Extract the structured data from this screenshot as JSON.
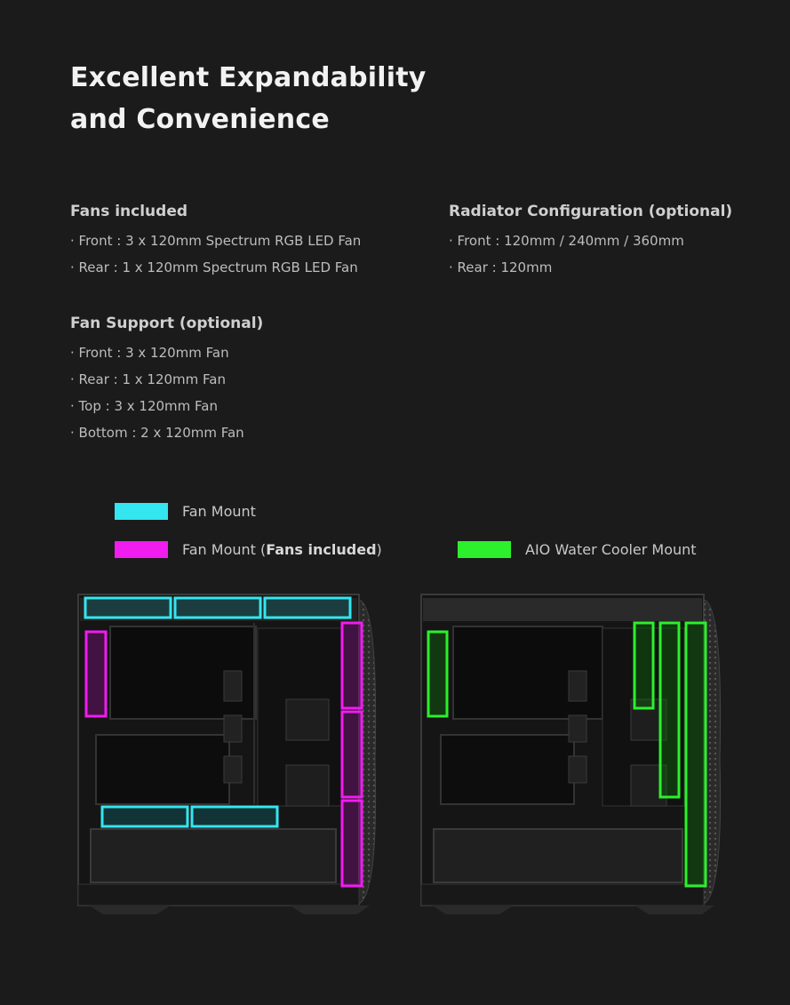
{
  "title": {
    "line1": "Excellent Expandability",
    "line2": "and Convenience"
  },
  "fans_included": {
    "heading": "Fans included",
    "items": [
      "Front : 3 x 120mm Spectrum RGB LED Fan",
      "Rear : 1 x 120mm Spectrum RGB LED Fan"
    ]
  },
  "radiator": {
    "heading": "Radiator Configuration (optional)",
    "items": [
      "Front : 120mm / 240mm / 360mm",
      "Rear : 120mm"
    ]
  },
  "fan_support": {
    "heading": "Fan Support (optional)",
    "items": [
      "Front : 3 x 120mm Fan",
      "Rear : 1 x 120mm Fan",
      "Top : 3 x 120mm Fan",
      "Bottom : 2 x 120mm Fan"
    ]
  },
  "legend": {
    "fan_mount": "Fan Mount",
    "fan_mount_included_prefix": "Fan Mount (",
    "fan_mount_included_bold": "Fans included",
    "fan_mount_included_suffix": ")",
    "aio": "AIO Water Cooler Mount"
  },
  "colors": {
    "background": "#1b1b1b",
    "fan_mount": "#33e6f0",
    "fan_mount_included": "#f01cf0",
    "aio": "#2cf02c"
  }
}
